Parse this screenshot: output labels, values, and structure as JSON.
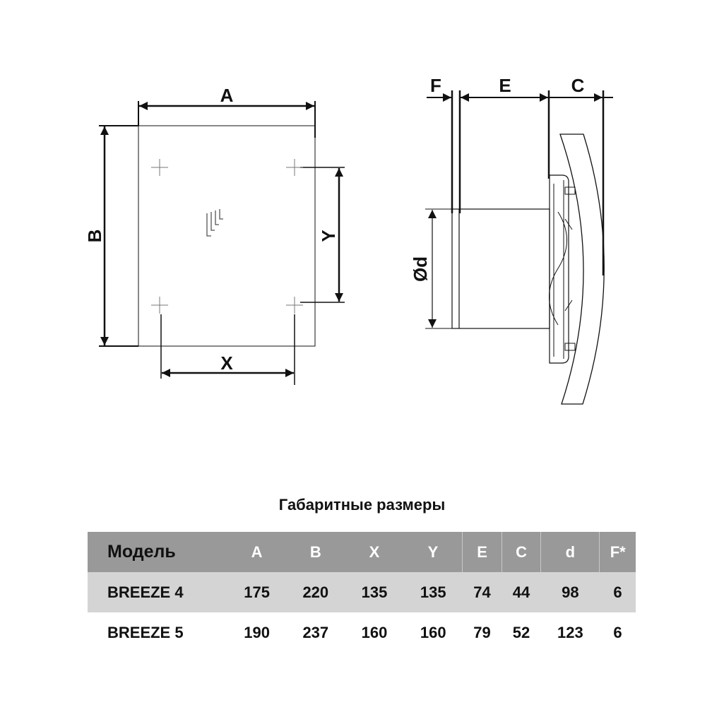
{
  "drawing": {
    "front_labels": {
      "A": "A",
      "B": "B",
      "X": "X",
      "Y": "Y"
    },
    "side_labels": {
      "F": "F",
      "E": "E",
      "C": "C",
      "d": "Ød"
    }
  },
  "table": {
    "title": "Габаритные размеры",
    "headers": [
      "Модель",
      "A",
      "B",
      "X",
      "Y",
      "E",
      "C",
      "d",
      "F*"
    ],
    "rows": [
      [
        "BREEZE 4",
        "175",
        "220",
        "135",
        "135",
        "74",
        "44",
        "98",
        "6"
      ],
      [
        "BREEZE 5",
        "190",
        "237",
        "160",
        "160",
        "79",
        "52",
        "123",
        "6"
      ]
    ]
  }
}
